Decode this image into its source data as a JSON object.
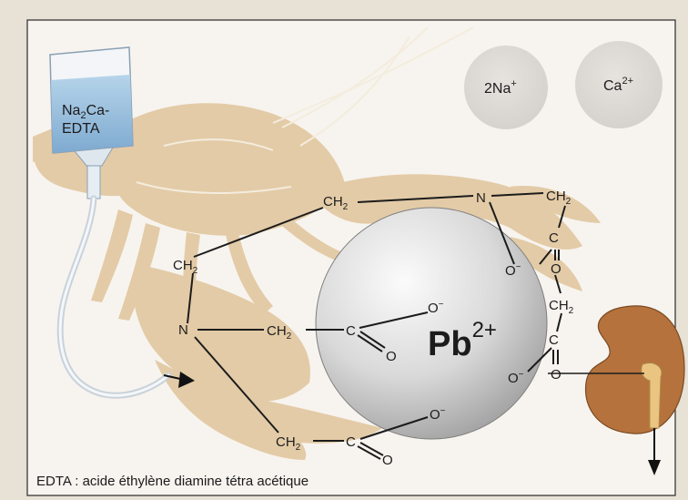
{
  "iv_bag": {
    "line1": "Na",
    "sub": "2",
    "line2": "Ca-",
    "line3": "EDTA"
  },
  "ions": {
    "sodium": {
      "text": "2Na",
      "sup": "+"
    },
    "calcium": {
      "text": "Ca",
      "sup": "2+"
    }
  },
  "lead_ion": {
    "text": "Pb",
    "sup": "2+"
  },
  "groups": {
    "ch2": "CH",
    "ch2_sub": "2",
    "nitrogen": "N",
    "carbon": "C",
    "oxygen": "O",
    "oxide": "O",
    "oxide_sup": "−"
  },
  "caption": "EDTA : acide éthylène diamine tétra acétique",
  "colors": {
    "crayfish": "#e3cba7",
    "background": "#efeae1",
    "frame": "#f6f3ee",
    "ion_circle": "#dedad6",
    "lead_sphere": "#cfcfcf",
    "kidney": "#b5723d",
    "ureter": "#e9c581",
    "iv_liquid": "#9ec3df",
    "bond": "#1c1c1c"
  }
}
